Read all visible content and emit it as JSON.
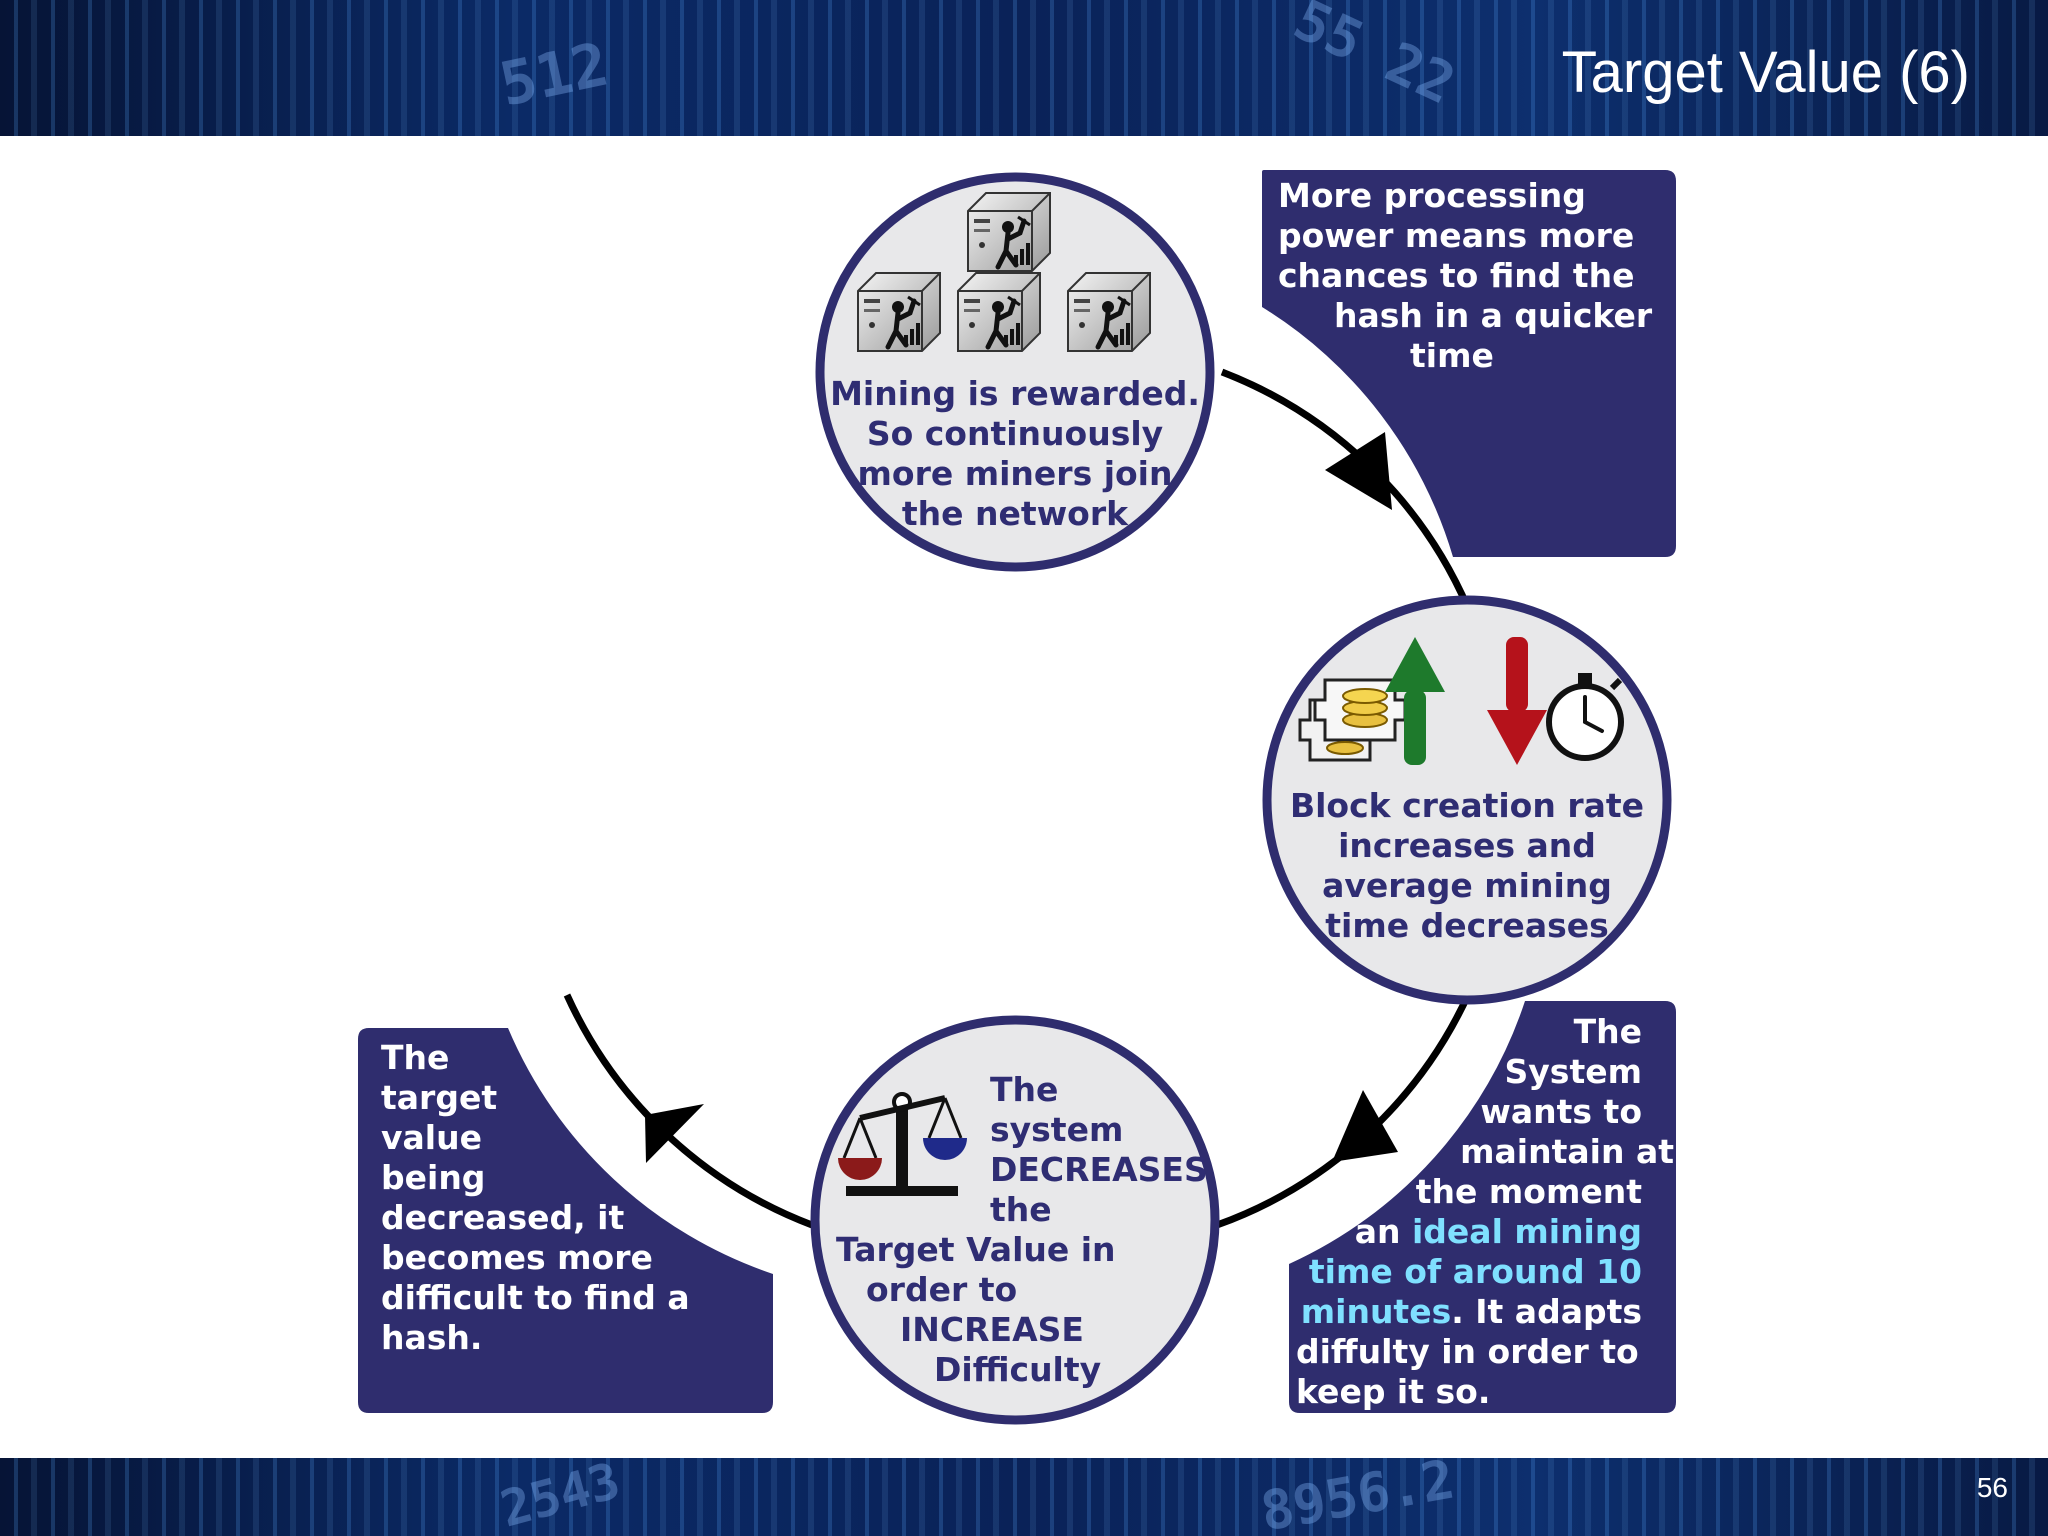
{
  "slide": {
    "title": "Target Value (6)",
    "page_number": "56",
    "background_digits": [
      "512",
      "55 22",
      "2543",
      "8956.2"
    ]
  },
  "colors": {
    "navy_panel": "#2f2d6e",
    "circle_fill": "#e8e8ea",
    "circle_stroke": "#2f2d6e",
    "highlight": "#7fe0ff",
    "arrow_up": "#1e7a2c",
    "arrow_down": "#b5121b",
    "scale_left_pan": "#8b1a1a",
    "scale_right_pan": "#1f2a8a"
  },
  "diagram": {
    "stage_miners": {
      "icon": "miner-servers-icon",
      "lines": [
        "Mining is rewarded.",
        "So continuously",
        "more miners join",
        "the network"
      ]
    },
    "panel_processing": {
      "lines": [
        "More processing",
        "power means more",
        "chances to find the",
        "hash in a quicker",
        "time"
      ]
    },
    "stage_block_rate": {
      "icons": [
        "blocks-icon",
        "arrow-up-icon",
        "arrow-down-icon",
        "stopwatch-icon"
      ],
      "lines": [
        "Block creation rate",
        "increases and",
        "average mining",
        "time decreases"
      ]
    },
    "panel_system": {
      "lines": [
        "The",
        "System",
        "wants to",
        "maintain at",
        "the moment"
      ],
      "line6_plain": "an ",
      "line6_highlight": "ideal mining",
      "line7_highlight": "time of around 10",
      "line8_highlight": "minutes",
      "line8_plain": ". It adapts",
      "lines_end": [
        "diffulty in order to",
        "keep it so."
      ]
    },
    "stage_target": {
      "icon": "balance-scale-icon",
      "lines": [
        "The",
        "system",
        "DECREASES",
        "the",
        "Target Value in",
        "order to",
        "INCREASE",
        "Difficulty"
      ]
    },
    "panel_target_value": {
      "lines": [
        "The",
        "target",
        "value",
        "being",
        "decreased, it",
        "becomes more",
        "difficult to find a",
        "hash."
      ]
    }
  }
}
